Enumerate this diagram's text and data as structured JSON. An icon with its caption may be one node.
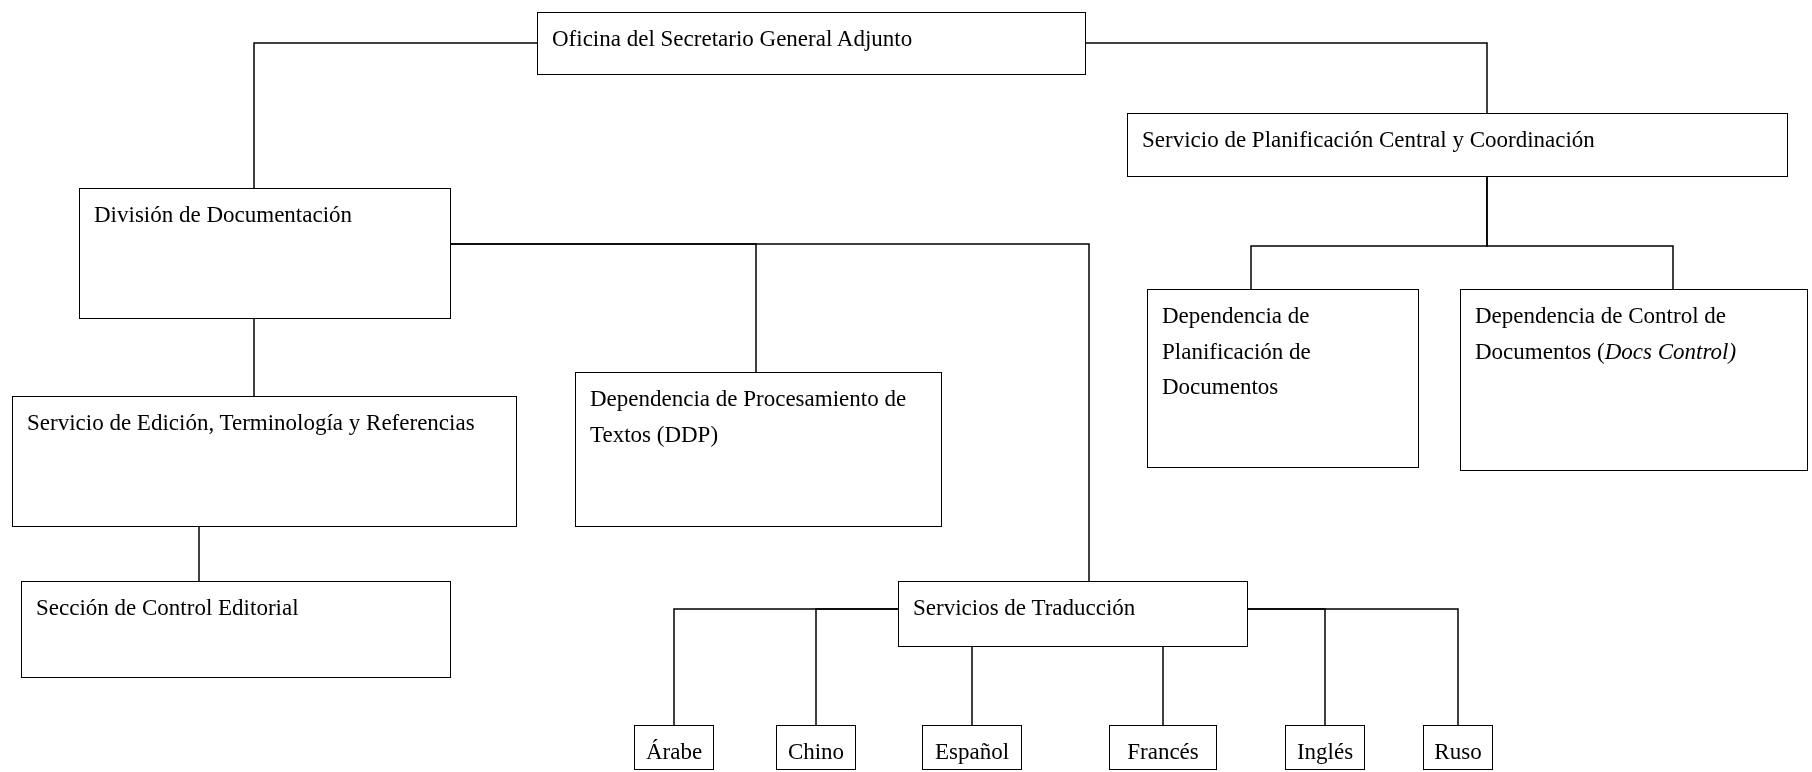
{
  "diagram": {
    "nodes": [
      {
        "text": [
          "Oficina del Secretario General Adjunto"
        ]
      },
      {
        "text": [
          "Servicio de Planificación Central y Coordinación"
        ]
      },
      {
        "text": [
          "División de Documentación"
        ]
      },
      {
        "text": [
          "Servicio de Edición, Terminología y Referencias"
        ]
      },
      {
        "text": [
          "Dependencia de Procesamiento de Textos (DDP)"
        ]
      },
      {
        "text": [
          "Dependencia de Planificación de Documentos"
        ]
      },
      {
        "text": [
          "Dependencia de Control de Documentos (*Docs Control)*"
        ]
      },
      {
        "text": [
          "Sección de Control Editorial"
        ]
      },
      {
        "text": [
          "Servicios de Traducción"
        ]
      },
      {
        "text": [
          "Árabe"
        ]
      },
      {
        "text": [
          "Chino"
        ]
      },
      {
        "text": [
          "Español"
        ]
      },
      {
        "text": [
          "Francés"
        ]
      },
      {
        "text": [
          "Inglés"
        ]
      },
      {
        "text": [
          "Ruso"
        ]
      }
    ],
    "edges": [
      {
        "from": 0,
        "to": 2,
        "arrow": "none"
      },
      {
        "from": 0,
        "to": 1,
        "arrow": "none"
      },
      {
        "from": 1,
        "to": 5,
        "arrow": "none"
      },
      {
        "from": 1,
        "to": 6,
        "arrow": "none"
      },
      {
        "from": 2,
        "to": 3,
        "arrow": "none"
      },
      {
        "from": 2,
        "to": 4,
        "arrow": "none"
      },
      {
        "from": 2,
        "to": 8,
        "arrow": "none"
      },
      {
        "from": 3,
        "to": 7,
        "arrow": "none"
      },
      {
        "from": 8,
        "to": 9,
        "arrow": "none"
      },
      {
        "from": 8,
        "to": 10,
        "arrow": "none"
      },
      {
        "from": 8,
        "to": 11,
        "arrow": "none"
      },
      {
        "from": 8,
        "to": 12,
        "arrow": "none"
      },
      {
        "from": 8,
        "to": 13,
        "arrow": "none"
      },
      {
        "from": 8,
        "to": 14,
        "arrow": "none"
      }
    ]
  }
}
